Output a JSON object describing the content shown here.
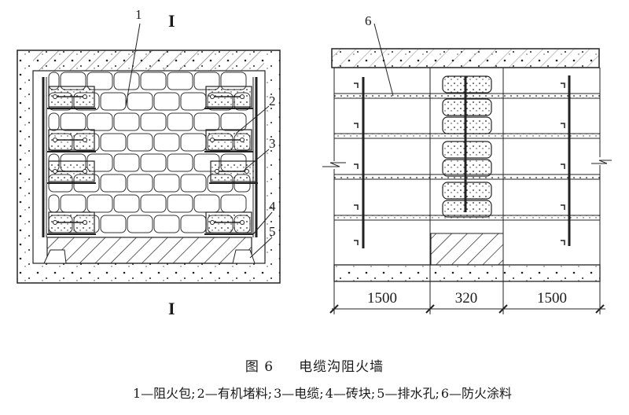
{
  "figure": {
    "title_number": "图 6",
    "title": "电缆沟阻火墙",
    "section_mark_top": "I",
    "section_mark_bottom": "I",
    "callouts": [
      "1",
      "2",
      "3",
      "4",
      "5",
      "6"
    ],
    "dimensions": [
      "1500",
      "320",
      "1500"
    ]
  },
  "legend": [
    {
      "num": "1",
      "label": "阻火包"
    },
    {
      "num": "2",
      "label": "有机堵料"
    },
    {
      "num": "3",
      "label": "电缆"
    },
    {
      "num": "4",
      "label": "砖块"
    },
    {
      "num": "5",
      "label": "排水孔"
    },
    {
      "num": "6",
      "label": "防火涂料"
    }
  ],
  "legend_sep": "—",
  "legend_delim": ";"
}
